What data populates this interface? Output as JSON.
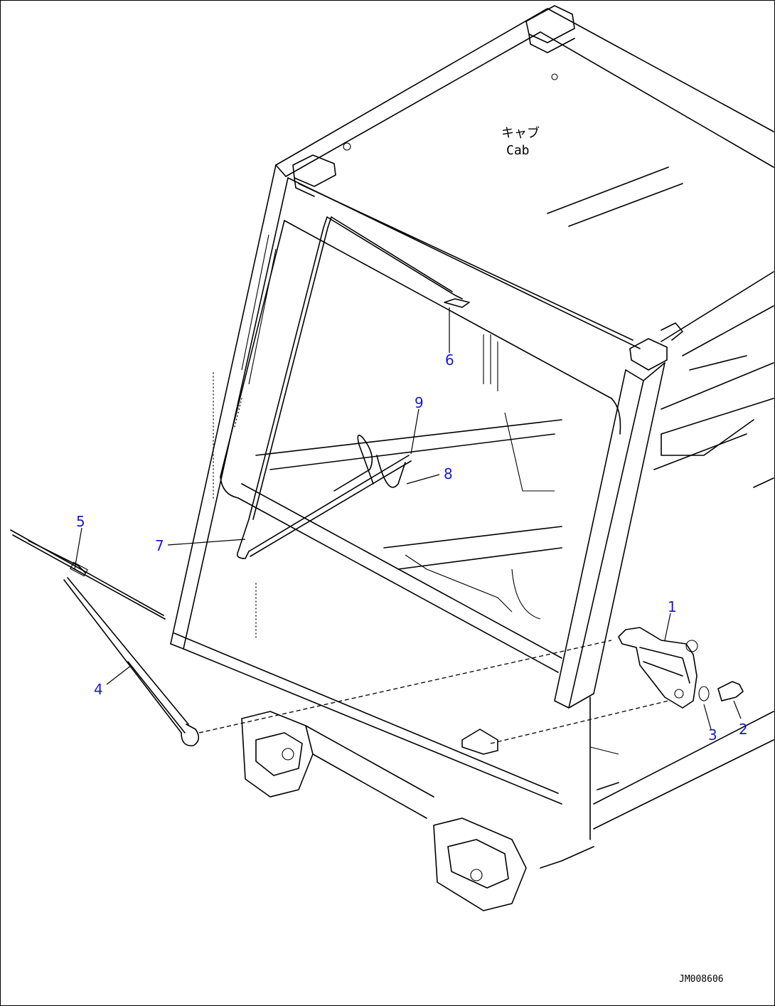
{
  "diagram": {
    "label_cab_jp": "キャブ",
    "label_cab_en": "Cab",
    "drawing_code": "JM008606",
    "callouts": [
      "1",
      "2",
      "3",
      "4",
      "5",
      "6",
      "7",
      "8",
      "9"
    ],
    "colors": {
      "callout": "#1a1ad0",
      "line": "#000000",
      "background": "#ffffff"
    }
  }
}
